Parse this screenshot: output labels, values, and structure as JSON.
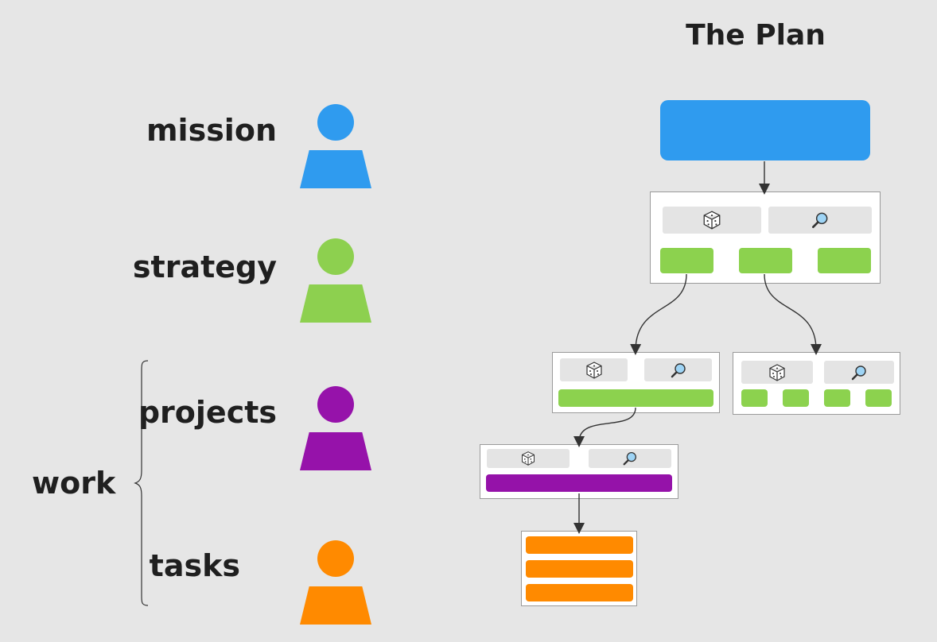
{
  "title": "The Plan",
  "roles": [
    {
      "label": "mission",
      "color": "#2f9bef"
    },
    {
      "label": "strategy",
      "color": "#8dd04f"
    },
    {
      "label": "projects",
      "color": "#9612aa"
    },
    {
      "label": "tasks",
      "color": "#ff8a00"
    }
  ],
  "group_label": "work",
  "icons": {
    "dice": "dice-icon",
    "search": "magnifier-icon"
  },
  "colors": {
    "mission": "#2f9bef",
    "strategy": "#8cd24e",
    "project": "#9512a9",
    "task": "#ff8a00",
    "background": "#e6e6e6"
  }
}
